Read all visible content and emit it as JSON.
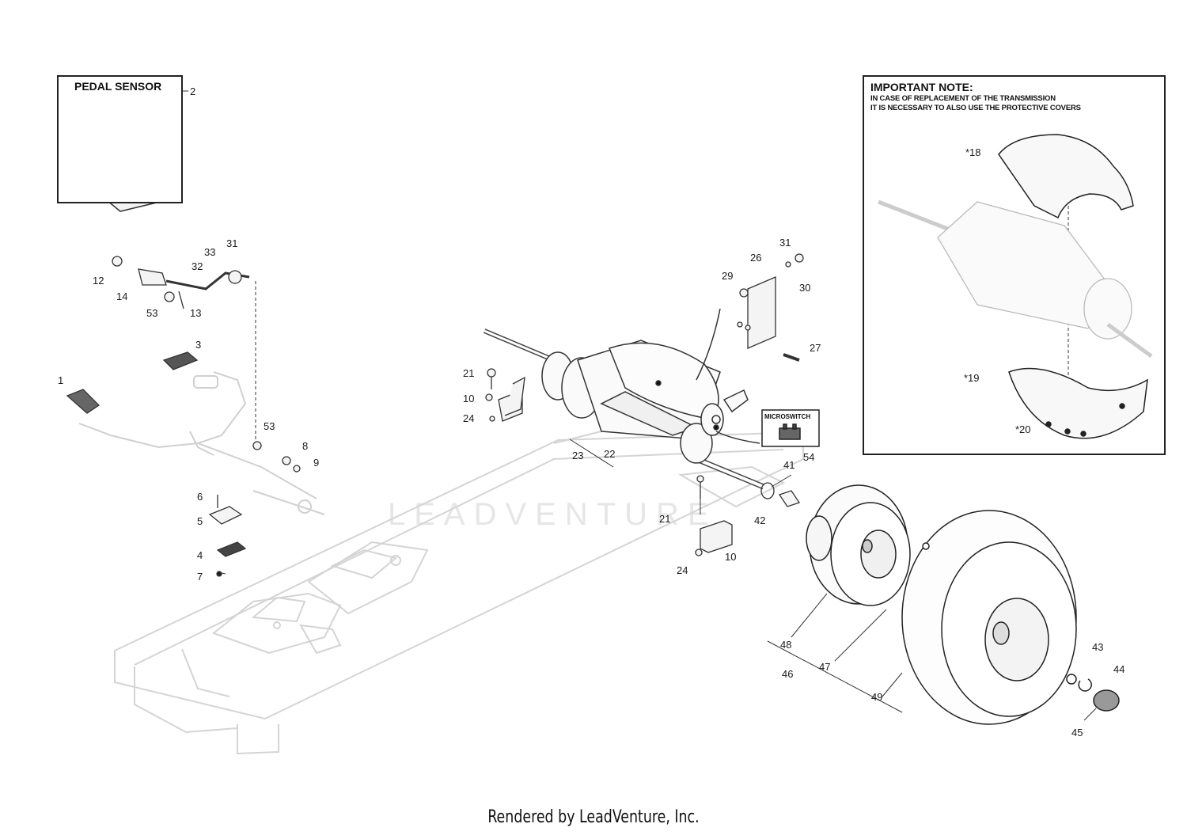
{
  "pedal_sensor_box": {
    "title": "PEDAL SENSOR"
  },
  "important_note": {
    "title": "IMPORTANT NOTE:",
    "line1": "IN CASE OF REPLACEMENT OF THE TRANSMISSION",
    "line2": "IT IS NECESSARY TO ALSO USE THE PROTECTIVE COVERS"
  },
  "microswitch_label": "MICROSWITCH",
  "watermark": "LEADVENTURE",
  "footer": "Rendered by LeadVenture, Inc.",
  "callouts": {
    "c1": "1",
    "c2": "2",
    "c3": "3",
    "c4": "4",
    "c5": "5",
    "c6": "6",
    "c7": "7",
    "c8": "8",
    "c9": "9",
    "c10a": "10",
    "c10b": "10",
    "c12": "12",
    "c13": "13",
    "c14": "14",
    "c18": "*18",
    "c19": "*19",
    "c20": "*20",
    "c21a": "21",
    "c21b": "21",
    "c22": "22",
    "c23": "23",
    "c24a": "24",
    "c24b": "24",
    "c26": "26",
    "c27": "27",
    "c29": "29",
    "c30": "30",
    "c31a": "31",
    "c31b": "31",
    "c32": "32",
    "c33": "33",
    "c41": "41",
    "c42": "42",
    "c43": "43",
    "c44": "44",
    "c45": "45",
    "c46": "46",
    "c47": "47",
    "c48": "48",
    "c49": "49",
    "c53a": "53",
    "c53b": "53",
    "c54": "54"
  }
}
